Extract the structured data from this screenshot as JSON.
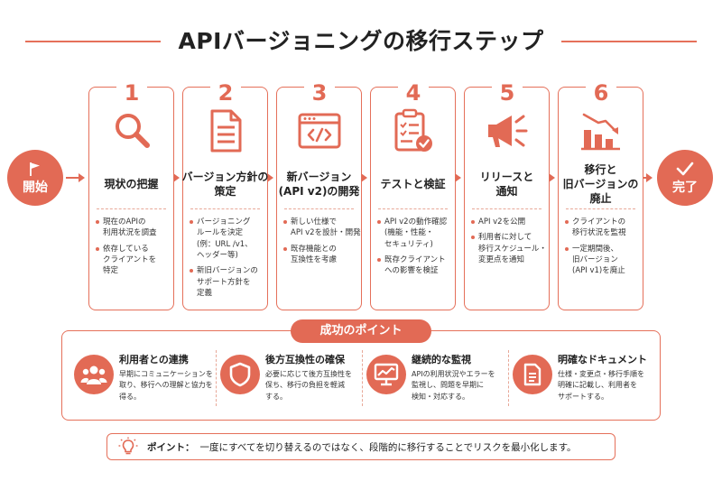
{
  "title": "APIバージョニングの移行ステップ",
  "start_label": "開始",
  "end_label": "完了",
  "steps": [
    {
      "number": "1",
      "title_lines": [
        "現状の把握"
      ],
      "bullets": [
        [
          "現在のAPIの",
          "利用状況を調査"
        ],
        [
          "依存している",
          "クライアントを",
          "特定"
        ]
      ]
    },
    {
      "number": "2",
      "title_lines": [
        "バージョン方針の",
        "策定"
      ],
      "bullets": [
        [
          "バージョニング",
          "ルールを決定",
          "(例：URL /v1、",
          "ヘッダー等)"
        ],
        [
          "新旧バージョンの",
          "サポート方針を",
          "定義"
        ]
      ]
    },
    {
      "number": "3",
      "title_lines": [
        "新バージョン",
        "(API v2)の開発"
      ],
      "bullets": [
        [
          "新しい仕様で",
          "API v2を設計・開発"
        ],
        [
          "既存機能との",
          "互換性を考慮"
        ]
      ]
    },
    {
      "number": "4",
      "title_lines": [
        "テストと検証"
      ],
      "bullets": [
        [
          "API v2の動作確認",
          "(機能・性能・",
          "セキュリティ)"
        ],
        [
          "既存クライアント",
          "への影響を検証"
        ]
      ]
    },
    {
      "number": "5",
      "title_lines": [
        "リリースと",
        "通知"
      ],
      "bullets": [
        [
          "API v2を公開"
        ],
        [
          "利用者に対して",
          "移行スケジュール・",
          "変更点を通知"
        ]
      ]
    },
    {
      "number": "6",
      "title_lines": [
        "移行と",
        "旧バージョンの",
        "廃止"
      ],
      "bullets": [
        [
          "クライアントの",
          "移行状況を監視"
        ],
        [
          "一定期間後、",
          "旧バージョン",
          "(API v1)を廃止"
        ]
      ]
    }
  ],
  "success": {
    "label": "成功のポイント",
    "points": [
      {
        "icon": "people-icon",
        "title": "利用者との連携",
        "desc_lines": [
          "早期にコミュニケーションを",
          "取り、移行への理解と協力を",
          "得る。"
        ]
      },
      {
        "icon": "shield-icon",
        "title": "後方互換性の確保",
        "desc_lines": [
          "必要に応じて後方互換性を",
          "保ち、移行の負担を軽減",
          "する。"
        ]
      },
      {
        "icon": "monitor-chart-icon",
        "title": "継続的な監視",
        "desc_lines": [
          "APIの利用状況やエラーを",
          "監視し、問題を早期に",
          "検知・対応する。"
        ]
      },
      {
        "icon": "document-icon",
        "title": "明確なドキュメント",
        "desc_lines": [
          "仕様・変更点・移行手順を",
          "明確に記載し、利用者を",
          "サポートする。"
        ]
      }
    ]
  },
  "tip": {
    "label": "ポイント：",
    "text": "一度にすべてを切り替えるのではなく、段階的に移行することでリスクを最小化します。"
  },
  "colors": {
    "accent": "#e26a55",
    "border": "#e5705a",
    "text": "#222222"
  }
}
